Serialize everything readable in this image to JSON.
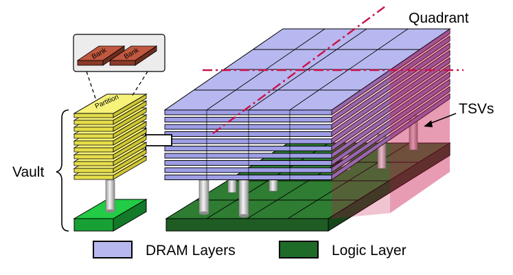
{
  "labels": {
    "quadrant": "Quadrant",
    "tsvs": "TSVs",
    "vault": "Vault",
    "partition": "Partition",
    "bank": "Bank"
  },
  "legend": {
    "dram": "DRAM Layers",
    "logic": "Logic Layer"
  },
  "colors": {
    "dram": "#b8b8f0",
    "logic": "#1e6b28",
    "vault_logic": "#22cc44",
    "partition": "#f6f27a",
    "bank": "#b5513a",
    "quadrant": "#c8144a"
  }
}
